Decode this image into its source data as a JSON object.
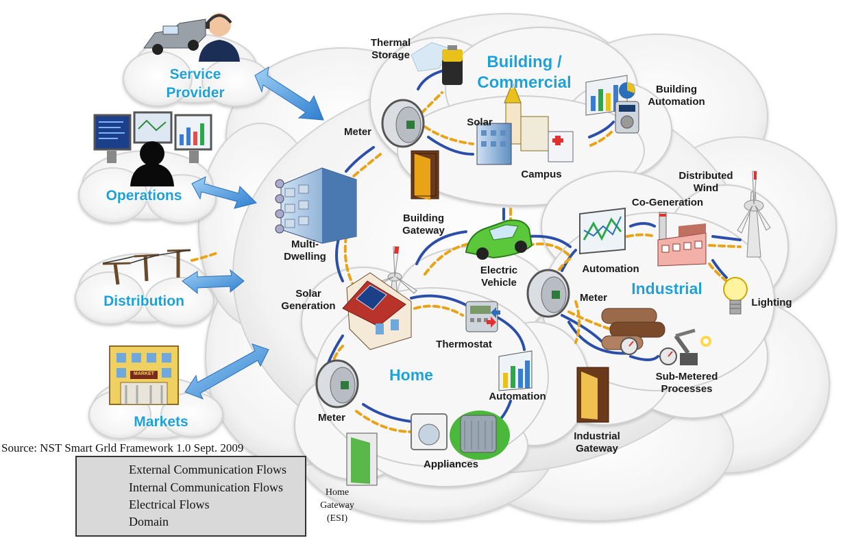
{
  "external_domains": {
    "service_provider": "Service\nProvider",
    "operations": "Operations",
    "distribution": "Distribution",
    "markets": "Markets"
  },
  "domains": {
    "building": "Building /\nCommercial",
    "industrial": "Industrial",
    "home": "Home"
  },
  "labels": {
    "thermal_storage": "Thermal\nStorage",
    "building_automation": "Building\nAutomation",
    "meter_building": "Meter",
    "solar": "Solar",
    "campus": "Campus",
    "building_gateway": "Building\nGateway",
    "multi_dwelling": "Multi-\nDwelling",
    "electric_vehicle": "Electric\nVehicle",
    "distributed_wind": "Distributed\nWind",
    "co_generation": "Co-Generation",
    "automation_industrial": "Automation",
    "meter_industrial": "Meter",
    "lighting": "Lighting",
    "solar_generation": "Solar\nGeneration",
    "thermostat": "Thermostat",
    "automation_home": "Automation",
    "meter_home": "Meter",
    "appliances": "Appliances",
    "home_gateway": "Home\nGateway\n(ESI)",
    "sub_metered": "Sub-Metered\nProcesses",
    "industrial_gateway": "Industrial\nGateway",
    "market_sign": "MARKET"
  },
  "source": "Source: NST Smart Grld Framework 1.0 Sept. 2009",
  "legend": {
    "external": "External Communication Flows",
    "internal": "Internal Communication Flows",
    "electrical": "Electrical Flows",
    "domain": "Domain"
  },
  "colors": {
    "domain_text": "#1da1d8",
    "internal_flow": "#2b4fa8",
    "electrical_flow": "#e8a317",
    "external_arrow": "#4a9fe0",
    "cloud": "#f2f2f2"
  }
}
